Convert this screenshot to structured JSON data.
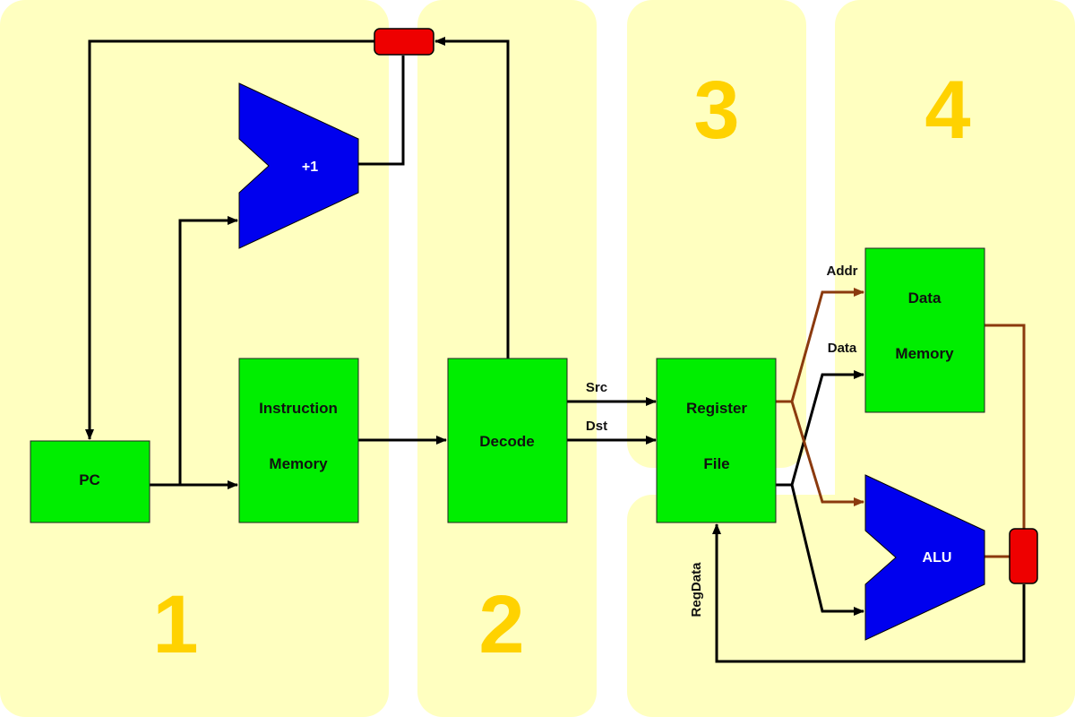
{
  "stages": [
    {
      "label": "1"
    },
    {
      "label": "2"
    },
    {
      "label": "3"
    },
    {
      "label": "4"
    }
  ],
  "blocks": {
    "pc": {
      "label": "PC"
    },
    "instruction_memory": {
      "line1": "Instruction",
      "line2": "Memory"
    },
    "decode": {
      "label": "Decode"
    },
    "register_file": {
      "line1": "Register",
      "line2": "File"
    },
    "data_memory": {
      "line1": "Data",
      "line2": "Memory"
    },
    "adder": {
      "label": "+1"
    },
    "alu": {
      "label": "ALU"
    }
  },
  "wires": {
    "src": "Src",
    "dst": "Dst",
    "addr": "Addr",
    "data": "Data",
    "regdata": "RegData"
  },
  "colors": {
    "stage_bg": "#ffffc0",
    "block_green": "#00ee00",
    "alu_blue": "#0000ee",
    "mux_red": "#ee0000",
    "stage_number": "#ffd200",
    "wire_black": "#000000",
    "wire_brown": "#8b3a0e"
  }
}
